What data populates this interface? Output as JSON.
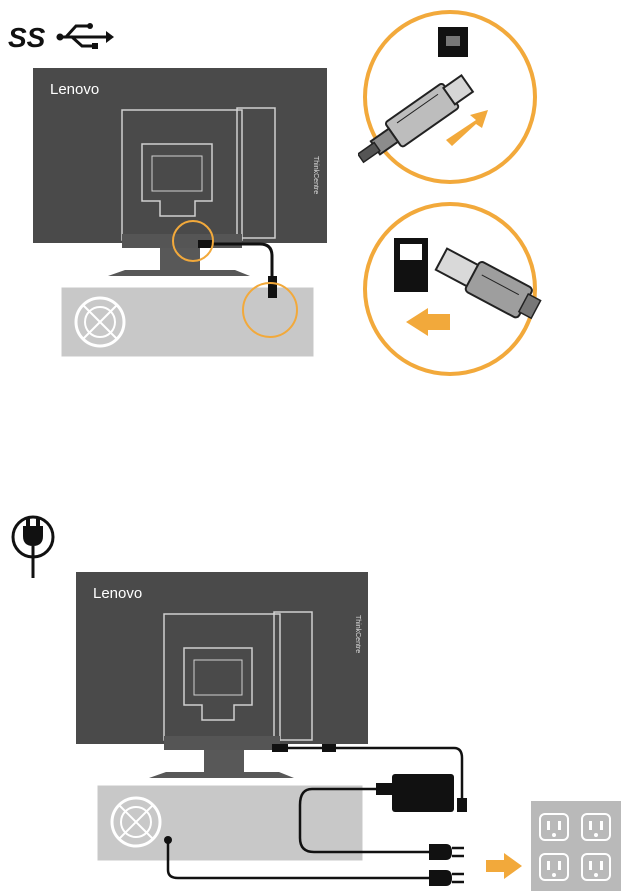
{
  "figure1": {
    "brand_label": "Lenovo",
    "side_label": "ThinkCentre",
    "usb_logo_text": "SS",
    "cable_color": "#111111",
    "callout_color": "#f2a93b",
    "monitor_color": "#4a4a4a",
    "pc_color": "#c8c8c8"
  },
  "figure2": {
    "brand_label": "Lenovo",
    "side_label": "ThinkCentre",
    "arrow_color": "#f2a93b",
    "outlet_panel_color": "#b9b9b9"
  },
  "icons": [
    "usb-superspeed-icon",
    "power-plug-icon",
    "arrow-right-icon",
    "arrow-insert-icon"
  ]
}
